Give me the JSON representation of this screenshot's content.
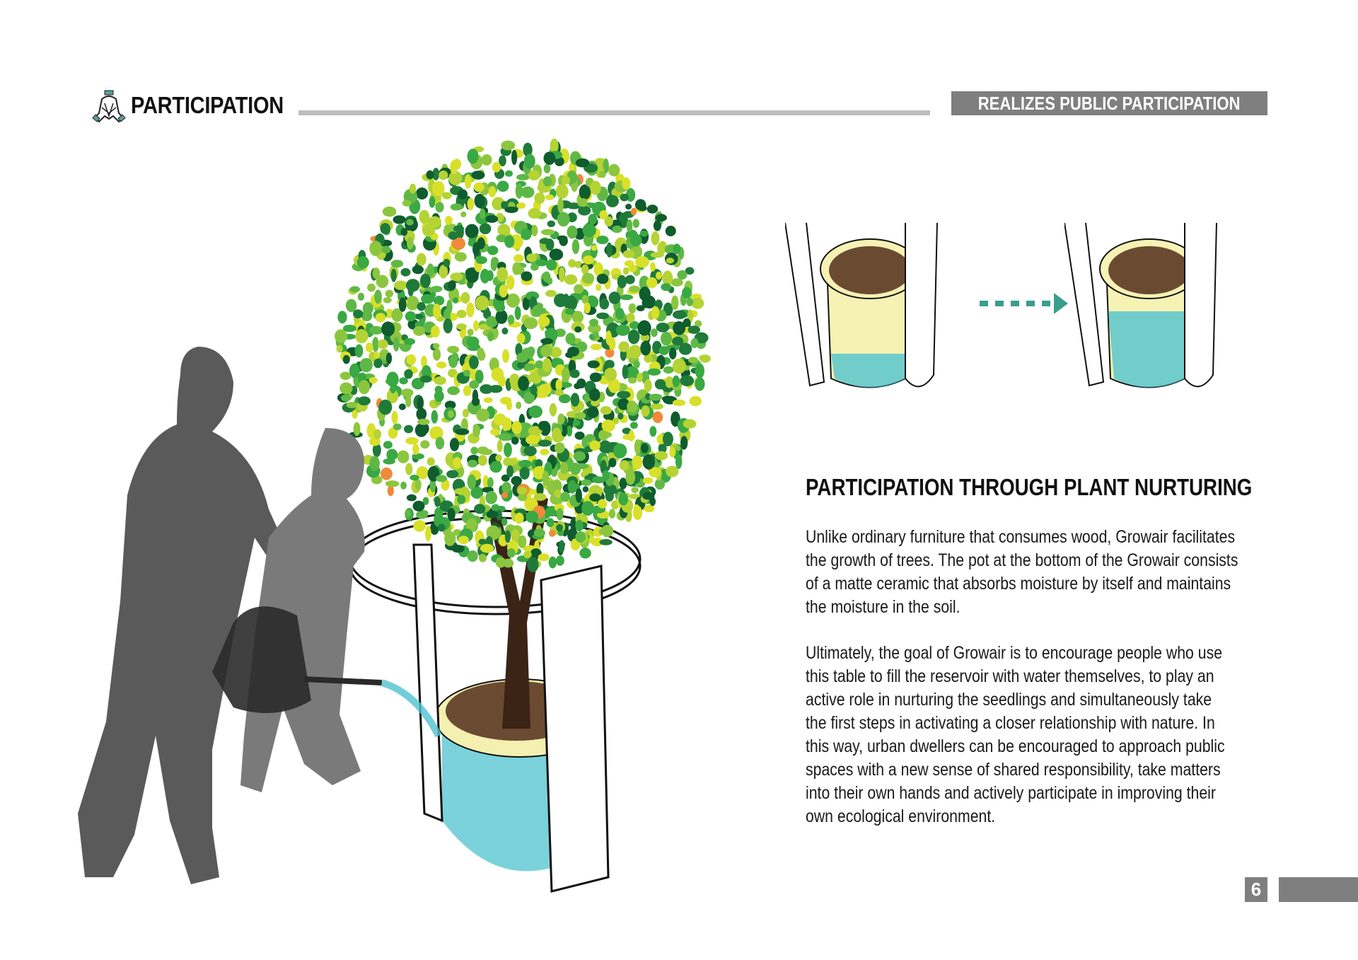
{
  "header": {
    "icon": "hands-together-icon",
    "title": "PARTICIPATION",
    "tag": "REALIZES PUBLIC PARTICIPATION"
  },
  "content": {
    "heading": "PARTICIPATION THROUGH PLANT NURTURING",
    "paragraph1": [
      "Unlike ordinary furniture that consumes wood, Growair facilitates",
      "the growth of trees. The pot at the bottom of the Growair consists",
      "of a matte ceramic that absorbs moisture by itself and maintains",
      "the moisture in the soil."
    ],
    "paragraph2": [
      "Ultimately, the goal of Growair is to encourage people who use",
      "this table to fill the reservoir with water themselves, to play an",
      "active role in nurturing the seedlings and simultaneously take",
      "the first steps in activating a closer relationship with nature. In",
      "this way, urban dwellers can be encouraged to approach public",
      "spaces with a new sense of shared responsibility, take matters",
      "into their own hands and actively participate in improving their",
      "own ecological environment."
    ]
  },
  "footer": {
    "page_number": "6"
  },
  "colors": {
    "accent": "#3a9e8c",
    "gray": "#7f7f7f",
    "water": "#4fc3cf",
    "leaf": "#8cc63f"
  }
}
